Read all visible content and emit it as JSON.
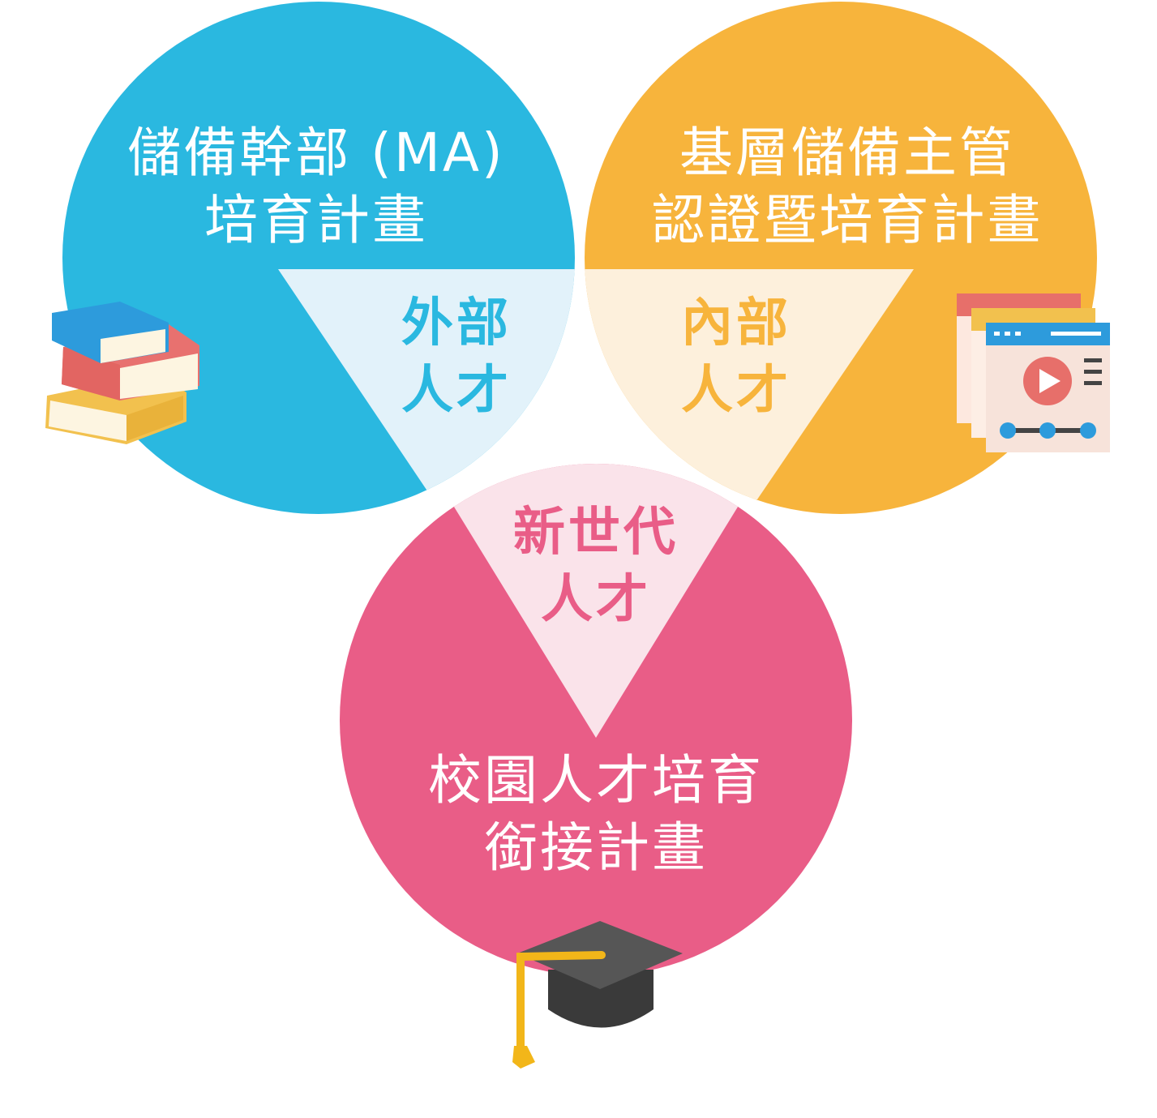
{
  "colors": {
    "blue": "#2ab8e0",
    "blue_light": "#e2f2fa",
    "orange": "#f7b43c",
    "orange_light": "#fdf0dc",
    "pink": "#e95d87",
    "pink_light": "#fae3ea",
    "text_white": "#ffffff"
  },
  "programs": [
    {
      "id": "ma",
      "lines": [
        "儲備幹部 (MA)",
        "培育計畫"
      ],
      "color": "#2ab8e0",
      "icon": "books-icon"
    },
    {
      "id": "internal",
      "lines": [
        "基層儲備主管",
        "認證暨培育計畫"
      ],
      "color": "#f7b43c",
      "icon": "video-player-icon"
    },
    {
      "id": "campus",
      "lines": [
        "校園人才培育",
        "銜接計畫"
      ],
      "color": "#e95d87",
      "icon": "graduation-cap-icon"
    }
  ],
  "talent_tags": [
    {
      "id": "external",
      "lines": [
        "外部",
        "人才"
      ],
      "color": "#2ab8e0"
    },
    {
      "id": "internal",
      "lines": [
        "內部",
        "人才"
      ],
      "color": "#f7b43c"
    },
    {
      "id": "newgen",
      "lines": [
        "新世代",
        "人才"
      ],
      "color": "#e95d87"
    }
  ]
}
